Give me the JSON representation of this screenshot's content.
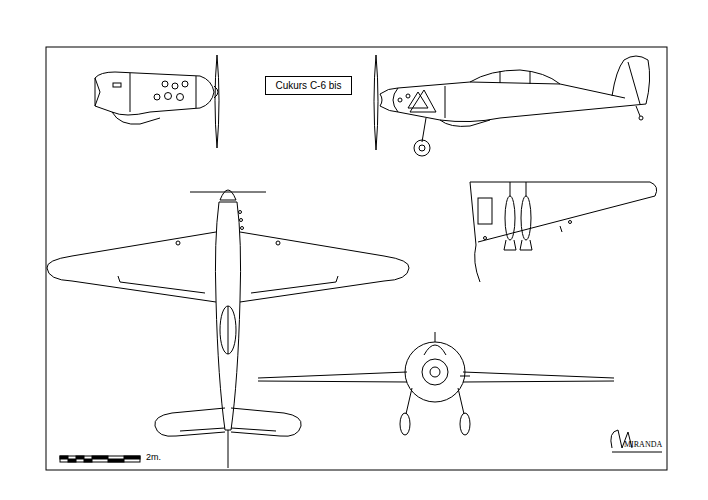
{
  "diagram": {
    "nodes": [
      {
        "text": [
          "Cukurs C-6 bis"
        ]
      }
    ],
    "labels": [
      "2m.",
      "MIRANDA"
    ]
  }
}
